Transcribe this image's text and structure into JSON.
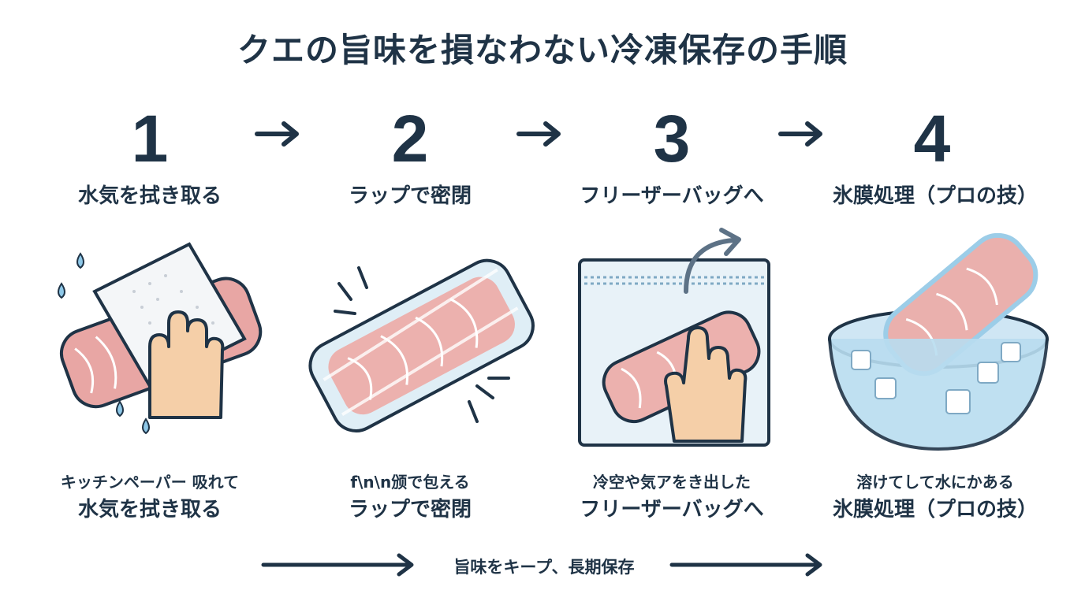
{
  "title": "クエの旨味を損なわない冷凍保存の手順",
  "steps": [
    {
      "number": "1",
      "label": "水気を拭き取る",
      "caption_top": "キッチンペーパー 吸れて",
      "caption_main": "水気を拭き取る",
      "icon": "paper-towel-wipe-icon"
    },
    {
      "number": "2",
      "label": "ラップで密閉",
      "caption_top": "f\\n\\n颁で包える",
      "caption_main": "ラップで密閉",
      "icon": "plastic-wrap-icon"
    },
    {
      "number": "3",
      "label": "フリーザーバッグへ",
      "caption_top": "冷空や気アをき出した",
      "caption_main": "フリーザーバッグへ",
      "icon": "freezer-bag-icon"
    },
    {
      "number": "4",
      "label": "氷膜処理（プロの技）",
      "caption_top": "溶けてして水にかある",
      "caption_main": "氷膜処理（プロの技）",
      "icon": "ice-bowl-icon"
    }
  ],
  "bottom": {
    "text": "旨味をキープ、長期保存"
  },
  "colors": {
    "text": "#1f3346",
    "fish": "#e8a6a4",
    "water": "#8ec8e8",
    "skin": "#f5cfa8"
  }
}
